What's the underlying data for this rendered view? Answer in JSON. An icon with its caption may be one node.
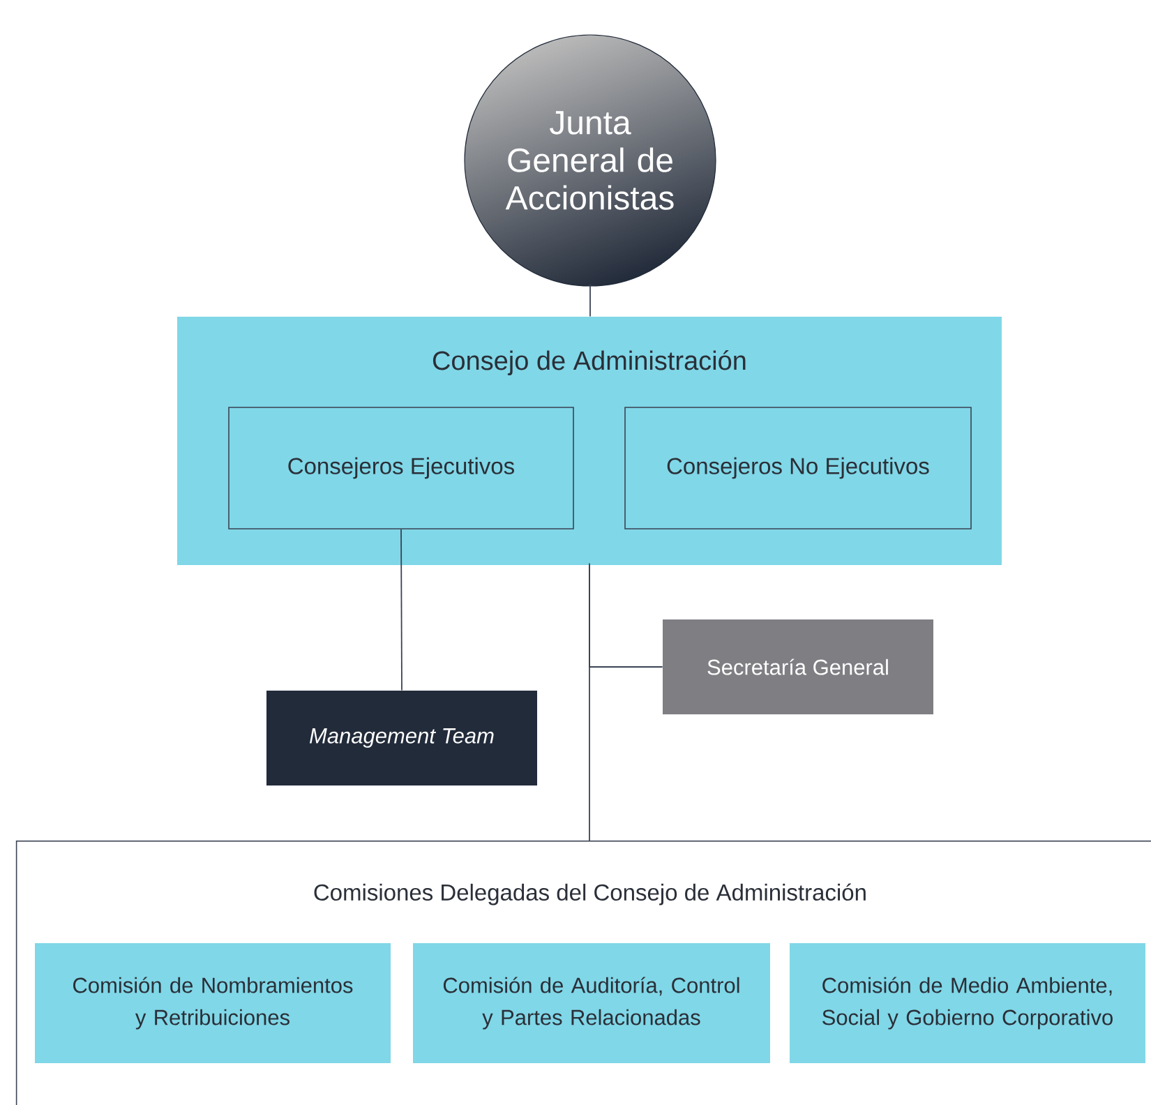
{
  "diagram": {
    "nodes": [
      {
        "text": [
          "Junta General de Accionistas"
        ]
      },
      {
        "text": [
          "Consejo de Administración"
        ]
      },
      {
        "text": [
          "Consejeros Ejecutivos"
        ],
        "in": 1
      },
      {
        "text": [
          "Consejeros No Ejecutivos"
        ],
        "in": 1
      },
      {
        "text": [
          "Management Team"
        ]
      },
      {
        "text": [
          "Secretaría General"
        ]
      },
      {
        "text": [
          "Comisiones Delegadas del Consejo de Administración"
        ]
      },
      {
        "text": [
          "Comisión de Nombramientos y Retribuiciones"
        ],
        "in": 6
      },
      {
        "text": [
          "Comisión de Auditoría, Control y Partes Relacionadas"
        ],
        "in": 6
      },
      {
        "text": [
          "Comisión de Medio Ambiente, Social y Gobierno Corporativo"
        ],
        "in": 6
      }
    ],
    "edges": [
      {
        "from": 0,
        "to": 1,
        "arrow": "none"
      },
      {
        "from": 2,
        "to": 4,
        "arrow": "none"
      },
      {
        "from": 1,
        "to": 5,
        "arrow": "none"
      },
      {
        "from": 1,
        "to": 6,
        "arrow": "none"
      }
    ]
  }
}
